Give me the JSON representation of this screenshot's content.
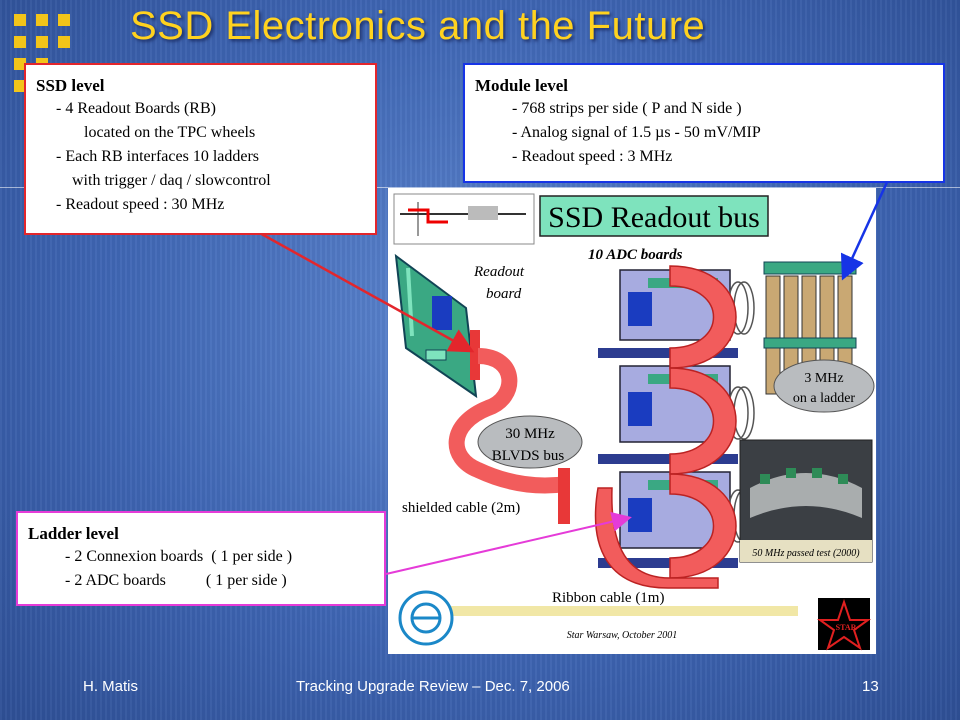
{
  "slide": {
    "title": "SSD Electronics and the Future"
  },
  "ssd_level": {
    "heading": "SSD level",
    "lines": [
      "- 4 Readout Boards (RB)",
      "       located on the TPC wheels",
      "- Each RB interfaces 10 ladders",
      "    with trigger / daq / slowcontrol",
      "- Readout speed : 30 MHz"
    ]
  },
  "module_level": {
    "heading": "Module level",
    "lines": [
      "- 768 strips per side ( P and N side )",
      "- Analog signal of 1.5 µs - 50 mV/MIP",
      "- Readout speed : 3 MHz"
    ]
  },
  "ladder_level": {
    "heading": "Ladder level",
    "lines": [
      "- 2 Connexion boards  ( 1 per side )",
      "- 2 ADC boards          ( 1 per side )"
    ]
  },
  "diagram": {
    "banner": "SSD Readout bus",
    "adc_label": "10 ADC boards",
    "readout_label_1": "Readout",
    "readout_label_2": "board",
    "bus_label_1": "30 MHz",
    "bus_label_2": "BLVDS bus",
    "ladder_label_1": "3 MHz",
    "ladder_label_2": "on a ladder",
    "shielded_label": "shielded cable (2m)",
    "ribbon_label": "Ribbon cable (1m)",
    "photo_caption": "50 MHz passed test (2000)",
    "credit": "Star Warsaw, October 2001",
    "star_logo": "STAR"
  },
  "footer": {
    "left": "H. Matis",
    "center": "Tracking Upgrade Review – Dec. 7, 2006",
    "right": "13"
  },
  "colors": {
    "background": "#3f66b4",
    "title": "#ffd21f",
    "ssd_border": "#e3262c",
    "module_border": "#1634e6",
    "ladder_border": "#e53bd8",
    "cable": "#f25c5c",
    "banner_bg": "#7ee3bd"
  }
}
